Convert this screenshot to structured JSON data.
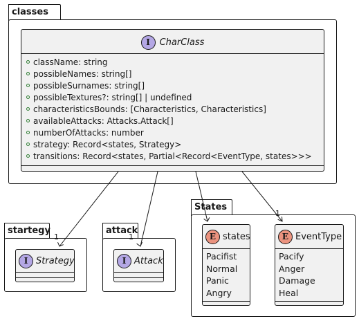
{
  "packages": {
    "classes": {
      "label": "classes"
    },
    "startegy": {
      "label": "startegy"
    },
    "attack": {
      "label": "attack"
    },
    "states": {
      "label": "States"
    }
  },
  "classes": {
    "charclass": {
      "name": "CharClass",
      "stereotype": "I",
      "fields": [
        "className: string",
        "possibleNames: string[]",
        "possibleSurnames: string[]",
        "possibleTextures?: string[] | undefined",
        "characteristicsBounds: [Characteristics, Characteristics]",
        "availableAttacks: Attacks.Attack[]",
        "numberOfAttacks: number",
        "strategy: Record<states, Strategy>",
        "transitions: Record<states, Partial<Record<EventType, states>>>"
      ]
    },
    "strategy": {
      "name": "Strategy",
      "stereotype": "I"
    },
    "attack": {
      "name": "Attack",
      "stereotype": "I"
    },
    "states": {
      "name": "states",
      "stereotype": "E",
      "items": [
        "Pacifist",
        "Normal",
        "Panic",
        "Angry"
      ]
    },
    "eventtype": {
      "name": "EventType",
      "stereotype": "E",
      "items": [
        "Pacify",
        "Anger",
        "Damage",
        "Heal"
      ]
    }
  },
  "edges": {
    "to_strategy": {
      "multiplicity": "1"
    },
    "to_attack": {
      "multiplicity": "1"
    },
    "to_states": {
      "multiplicity": ""
    },
    "to_eventtype": {
      "multiplicity": "1"
    }
  },
  "colors": {
    "class_fill": "#f1f1f1",
    "interface_badge": "#b4a7e5",
    "enum_badge": "#eb937f",
    "visibility_public": "#2e7d32",
    "line": "#181818"
  }
}
